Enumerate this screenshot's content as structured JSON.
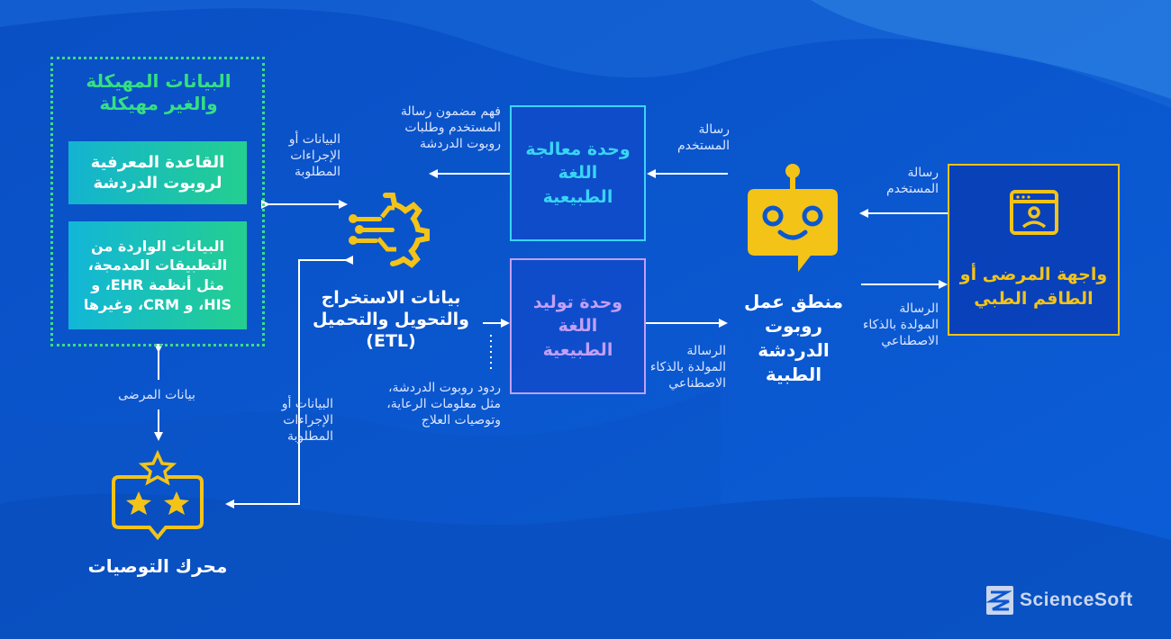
{
  "colors": {
    "background": "#0b57cf",
    "green_border": "#3ddc84",
    "cyan": "#39d5f5",
    "violet": "#c39ff6",
    "gold": "#f3c318"
  },
  "structured": {
    "title": "البيانات المهيكلة والغير مهيكلة",
    "kb": "القاعدة المعرفية لروبوت الدردشة",
    "integrated": "البيانات الواردة من التطبيقات المدمجة، مثل أنظمة EHR، و HIS، و CRM، وغيرها"
  },
  "etl": {
    "label": "بيانات الاستخراج والتحويل والتحميل (ETL)",
    "icon": "gear-circuit-icon"
  },
  "nlp": {
    "label": "وحدة معالجة اللغة الطبيعية"
  },
  "nlg": {
    "label": "وحدة توليد اللغة الطبيعية"
  },
  "bot": {
    "label": "منطق عمل روبوت الدردشة الطبية",
    "icon": "robot-icon"
  },
  "ui": {
    "label": "واجهة المرضى أو الطاقم الطبي",
    "icon": "browser-user-icon"
  },
  "rec": {
    "label": "محرك التوصيات",
    "icon": "stars-rating-icon"
  },
  "edges": {
    "data_or_procedures": "البيانات أو الإجراءات المطلوبة",
    "data_or_procedures_2": "البيانات أو الإجراءات المطلوبة",
    "understand": "فهم مضمون رسالة المستخدم وطلبات روبوت الدردشة",
    "user_message": "رسالة المستخدم",
    "user_message_2": "رسالة المستخدم",
    "ai_message": "الرسالة المولدة بالذكاء الاصطناعي",
    "ai_message_2": "الرسالة المولدة بالذكاء الاصطناعي",
    "bot_replies": "ردود روبوت الدردشة، مثل معلومات الرعاية، وتوصيات العلاج",
    "patient_data": "بيانات المرضى"
  },
  "logo": {
    "text": "ScienceSoft"
  }
}
